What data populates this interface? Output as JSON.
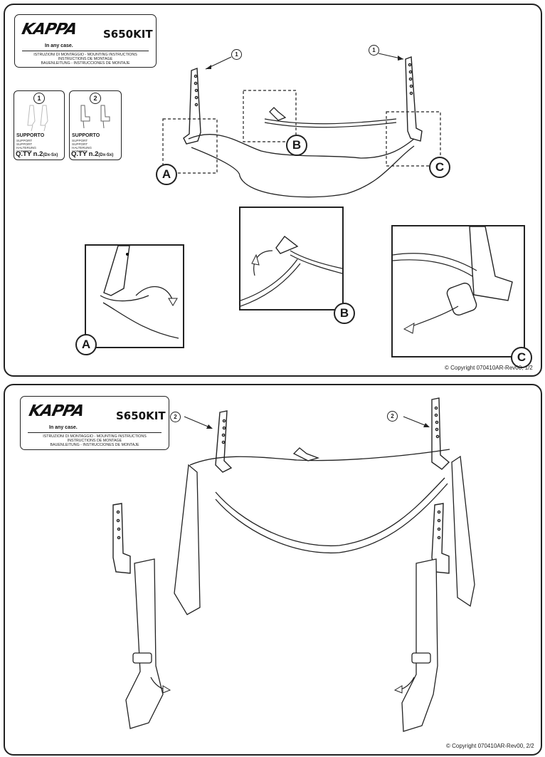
{
  "header": {
    "brand": "KAPPA",
    "model": "S650KIT",
    "tagline": "In any case.",
    "instructions_line1": "ISTRUZIONI DI MONTAGGIO  -  MOUNTING INSTRUCTIONS",
    "instructions_line2": "INSTRUCTIONS DE MONTAGE",
    "instructions_line3": "BAUENLEITUNG - INSTRUCCIONES DE MONTAJE"
  },
  "parts": [
    {
      "number": "1",
      "name": "SUPPORTO",
      "translations": [
        "SUPPORT",
        "SUPPORT",
        "HALTERUNG",
        "SOPORTE"
      ],
      "qty": "Q.TY n.2",
      "side": "(Dx-Sx)"
    },
    {
      "number": "2",
      "name": "SUPPORTO",
      "translations": [
        "SUPPORT",
        "SUPPORT",
        "HALTERUNG",
        "SOPORTE"
      ],
      "qty": "Q.TY n.2",
      "side": "(Dx-Sx)"
    }
  ],
  "page1": {
    "callouts": {
      "a": "A",
      "b": "B",
      "c": "C"
    },
    "part_ref": "1",
    "copyright": "© Copyright 070410AR-Rev00, 1/2"
  },
  "page2": {
    "part_ref": "2",
    "copyright": "© Copyright 070410AR-Rev00, 2/2"
  },
  "colors": {
    "line": "#222222",
    "paper": "#ffffff",
    "shade": "#dddddd"
  }
}
